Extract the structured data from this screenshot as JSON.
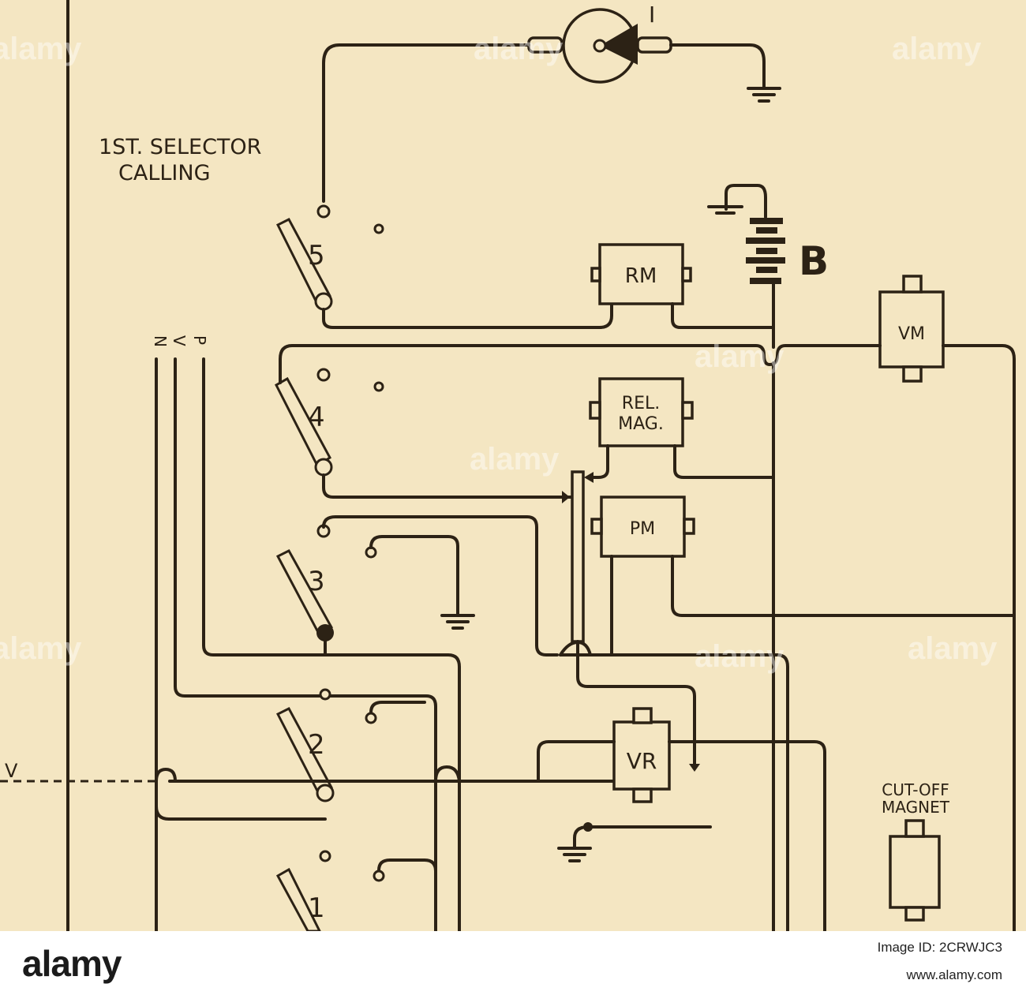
{
  "diagram": {
    "title_line1": "1ST. SELECTOR",
    "title_line2": "CALLING",
    "wire_labels": [
      "N",
      "V",
      "P"
    ],
    "left_label": "V",
    "contact_numbers": [
      "5",
      "4",
      "3",
      "2",
      "1"
    ],
    "component_I": "I",
    "battery": "B",
    "magnets": {
      "rm": "RM",
      "vm": "VM",
      "rel_line1": "REL.",
      "rel_line2": "MAG.",
      "pm": "PM",
      "vr": "VR"
    },
    "cutoff_line1": "CUT-OFF",
    "cutoff_line2": "MAGNET"
  },
  "watermark": "alamy",
  "footer": {
    "logo": "alamy",
    "image_id_label": "Image ID: 2CRWJC3",
    "url": "www.alamy.com"
  }
}
